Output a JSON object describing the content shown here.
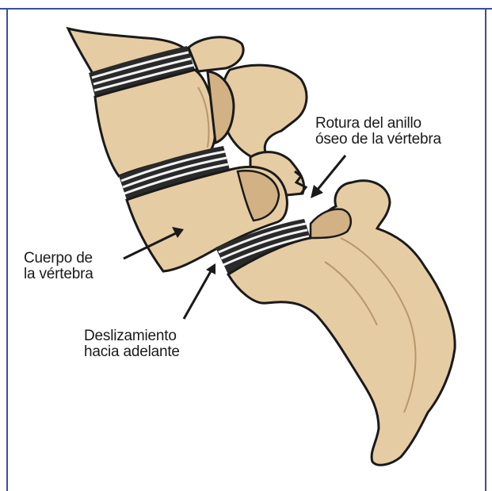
{
  "labels": {
    "ring_fracture": {
      "line1": "Rotura del anillo",
      "line2": "óseo de la vértebra"
    },
    "vertebral_body": {
      "line1": "Cuerpo de",
      "line2": "la vértebra"
    },
    "forward_slip": {
      "line1": "Deslizamiento",
      "line2": "hacia adelante"
    }
  },
  "colors": {
    "border": "#3b4fa0",
    "bone": "#e6cca3",
    "bone_shade": "#d2b184",
    "outline": "#1a1a1a",
    "disc_dark": "#2a2a2a",
    "disc_light": "#f2f2f2"
  }
}
